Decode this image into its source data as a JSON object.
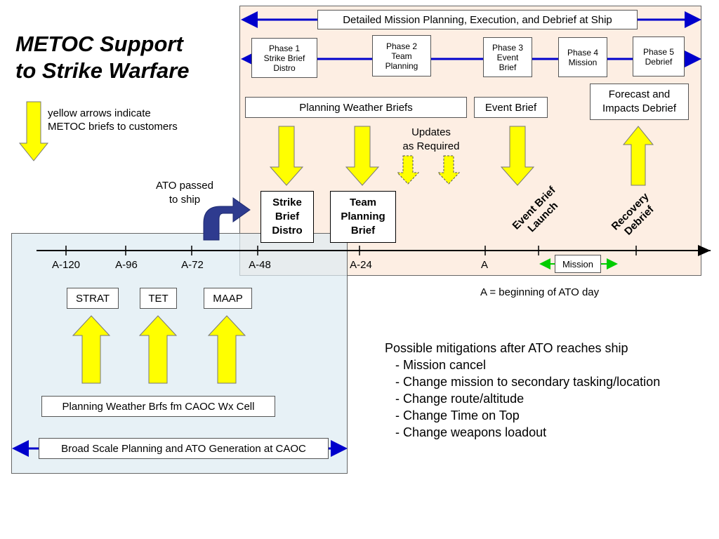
{
  "title": "METOC Support\nto Strike Warfare",
  "legend": {
    "text": "yellow arrows indicate\nMETOC briefs to customers"
  },
  "ato_passed": "ATO passed\nto ship",
  "ship": {
    "banner": "Detailed Mission Planning, Execution, and Debrief at Ship",
    "phases": [
      "Phase 1\nStrike Brief\nDistro",
      "Phase 2\nTeam\nPlanning",
      "Phase 3\nEvent\nBrief",
      "Phase 4\nMission",
      "Phase 5\nDebrief"
    ],
    "planning_weather_briefs": "Planning Weather Briefs",
    "event_brief": "Event Brief",
    "forecast_debrief": "Forecast and\nImpacts Debrief",
    "updates": "Updates\nas Required",
    "strike_brief_distro": "Strike\nBrief\nDistro",
    "team_planning_brief": "Team\nPlanning\nBrief",
    "event_brief_launch": "Event Brief\nLaunch",
    "recovery_debrief": "Recovery\nDebrief",
    "mission": "Mission"
  },
  "timeline": {
    "ticks": [
      "A-120",
      "A-96",
      "A-72",
      "A-48",
      "A-24",
      "A"
    ],
    "note": "A = beginning of ATO day"
  },
  "caoc": {
    "products": [
      "STRAT",
      "TET",
      "MAAP"
    ],
    "planning_weather": "Planning Weather Brfs fm CAOC Wx Cell",
    "banner": "Broad Scale Planning and ATO Generation at CAOC"
  },
  "mitigations": {
    "heading": "Possible mitigations after ATO reaches ship",
    "items": [
      "   - Mission cancel",
      "   - Change mission to secondary tasking/location",
      "   - Change route/altitude",
      "   - Change Time on Top",
      "   - Change weapons loadout"
    ]
  },
  "colors": {
    "yellow_arrow": "#ffff00",
    "blue_arrow": "#0000cc",
    "green_arrow": "#00cc00",
    "ato_arrow": "#2e3b8f",
    "ship_panel": "#fdeee3",
    "caoc_panel": "#deecf3"
  }
}
